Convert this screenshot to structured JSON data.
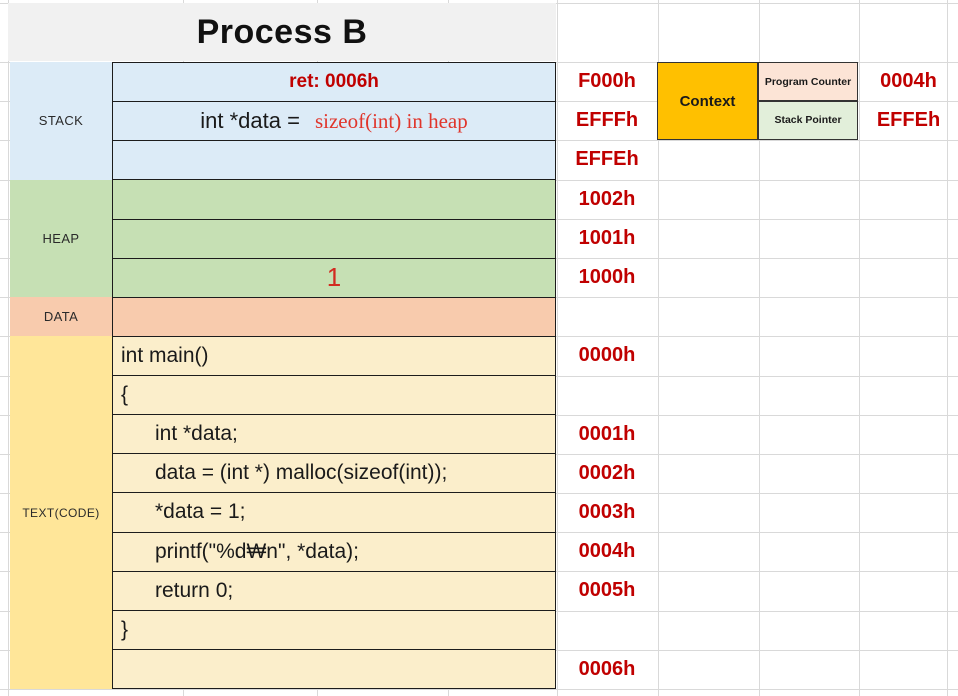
{
  "title": "Process B",
  "section_labels": {
    "stack": "STACK",
    "heap": "HEAP",
    "data": "DATA",
    "text": "TEXT(CODE)"
  },
  "rows": [
    {
      "section": "stack",
      "text": "ret: 0006h",
      "address": "F000h"
    },
    {
      "section": "stack",
      "text": "int *data =",
      "text_red": "sizeof(int) in heap",
      "address": "EFFFh"
    },
    {
      "section": "stack",
      "text": "",
      "address": "EFFEh"
    },
    {
      "section": "heap",
      "text": "",
      "address": "1002h"
    },
    {
      "section": "heap",
      "text": "",
      "address": "1001h"
    },
    {
      "section": "heap",
      "text": "1",
      "address": "1000h"
    },
    {
      "section": "data",
      "text": "",
      "address": ""
    },
    {
      "section": "code",
      "text": "int main()",
      "address": "0000h"
    },
    {
      "section": "code",
      "text": "{",
      "address": ""
    },
    {
      "section": "code",
      "text": "int *data;",
      "address": "0001h"
    },
    {
      "section": "code",
      "text": "data = (int *) malloc(sizeof(int));",
      "address": "0002h"
    },
    {
      "section": "code",
      "text": "*data = 1;",
      "address": "0003h"
    },
    {
      "section": "code",
      "text": "printf(\"%d₩n\", *data);",
      "address": "0004h"
    },
    {
      "section": "code",
      "text": "return 0;",
      "address": "0005h"
    },
    {
      "section": "code",
      "text": "}",
      "address": ""
    },
    {
      "section": "code",
      "text": "",
      "address": "0006h"
    }
  ],
  "context": {
    "label": "Context",
    "program_counter": {
      "label": "Program Counter",
      "value": "0004h"
    },
    "stack_pointer": {
      "label": "Stack Pointer",
      "value": "EFFEh"
    }
  },
  "colors": {
    "stack_bg": "#dcebf7",
    "heap_bg": "#c6e0b4",
    "data_bg": "#f8cbad",
    "text_label_bg": "#ffe699",
    "code_bg": "#fbeecb",
    "context_bg": "#ffc000",
    "program_counter_bg": "#fce4d6",
    "stack_pointer_bg": "#e2efda",
    "address_red": "#c00000",
    "annotation_red": "#e0352b",
    "title_band_bg": "#f1f1f1"
  }
}
